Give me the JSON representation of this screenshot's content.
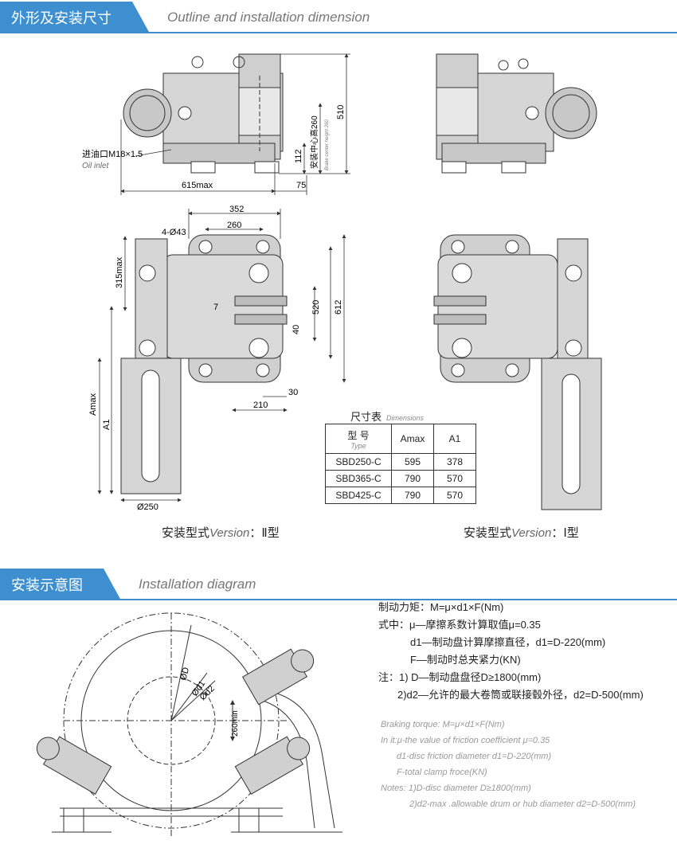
{
  "section1": {
    "zh": "外形及安装尺寸",
    "en": "Outline and installation dimension"
  },
  "section2": {
    "zh": "安装示意图",
    "en": "Installation diagram"
  },
  "top_view": {
    "oil_zh": "进油口M18×1.5",
    "oil_en": "Oil inlet",
    "dim_615": "615max",
    "dim_75": "75",
    "dim_112": "112",
    "dim_510": "510",
    "center_zh": "安装中心高260",
    "center_en": "Brake center height 260"
  },
  "front_view": {
    "dim_352": "352",
    "dim_260": "260",
    "holes": "4-Ø43",
    "dim_315": "315max",
    "dim_7": "7",
    "dim_40": "40",
    "dim_520": "520",
    "dim_612": "612",
    "dim_30": "30",
    "dim_210": "210",
    "amax": "Amax",
    "a1": "A1",
    "dia": "Ø250"
  },
  "table": {
    "title": "尺寸表",
    "title_en": "Dimensions",
    "headers": [
      "型  号",
      "Amax",
      "A1"
    ],
    "header_sub": "Type",
    "rows": [
      [
        "SBD250-C",
        "595",
        "378"
      ],
      [
        "SBD365-C",
        "790",
        "570"
      ],
      [
        "SBD425-C",
        "790",
        "570"
      ]
    ]
  },
  "versions": {
    "left_zh": "安装型式",
    "left_en": "Version",
    "left_type": "：Ⅱ型",
    "right_zh": "安装型式",
    "right_en": "Version",
    "right_type": "：Ⅰ型"
  },
  "diagram": {
    "d": "ØD",
    "d1": "Ød1",
    "d2": "Ød2",
    "min": "260min"
  },
  "notes_zh": [
    "制动力矩：M=μ×d1×F(Nm)",
    "式中：μ—摩擦系数计算取值μ=0.35",
    "d1—制动盘计算摩擦直径，d1=D-220(mm)",
    "F—制动时总夹紧力(KN)",
    "注：1) D—制动盘盘径D≥1800(mm)",
    "2)d2—允许的最大卷筒或联接毂外径，d2=D-500(mm)"
  ],
  "notes_en": [
    "Braking torque: M=μ×d1×F(Nm)",
    "In it:μ-the value of friction coefficient μ=0.35",
    "d1-disc friction diameter d1=D-220(mm)",
    "F-total clamp froce(KN)",
    "Notes: 1)D-disc diameter D≥1800(mm)",
    "2)d2-max .allowable drum or hub diameter d2=D-500(mm)"
  ],
  "colors": {
    "accent": "#3e8fd0",
    "body": "#d6d6d6",
    "outline": "#333333"
  }
}
